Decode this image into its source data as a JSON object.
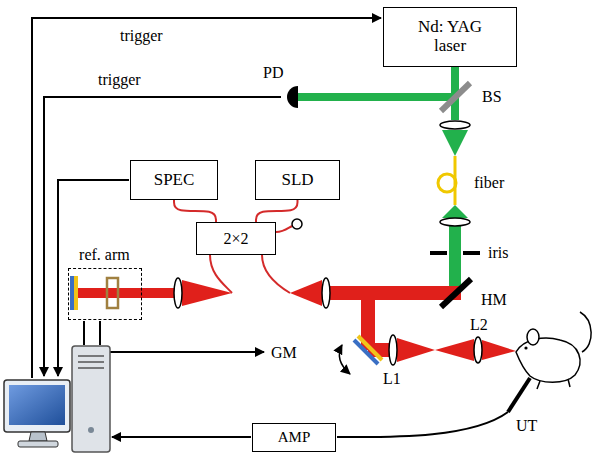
{
  "diagram": {
    "nodes": [
      {
        "text": [
          "Nd: YAG laser"
        ]
      },
      {
        "text": [
          "SPEC"
        ]
      },
      {
        "text": [
          "SLD"
        ]
      },
      {
        "text": [
          "2×2"
        ]
      },
      {
        "text": [
          "ref. arm"
        ]
      },
      {
        "text": [
          "AMP"
        ]
      }
    ],
    "edges": [
      {
        "from": 1,
        "to": 3,
        "arrow": "none"
      },
      {
        "from": 2,
        "to": 3,
        "arrow": "none"
      }
    ],
    "labels": [
      "trigger",
      "trigger",
      "PD",
      "BS",
      "fiber",
      "iris",
      "HM",
      "GM",
      "L1",
      "L2",
      "UT"
    ]
  }
}
